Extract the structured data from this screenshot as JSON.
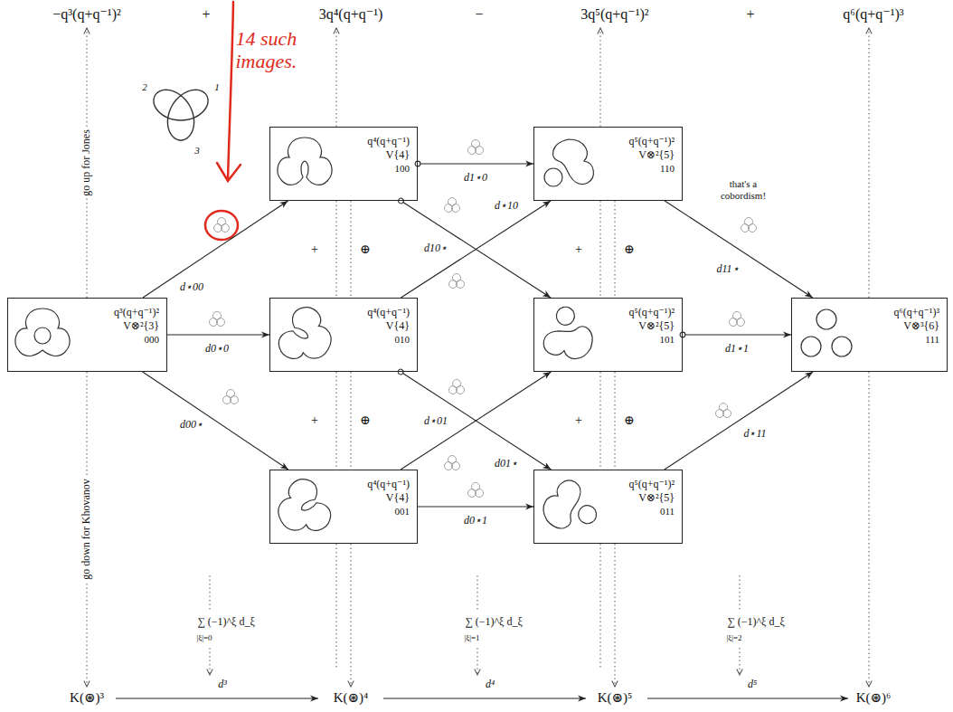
{
  "diagram": {
    "nodes": [
      {
        "text": [
          "q³(q+q⁻¹)²",
          "V⊗²{3}",
          "000"
        ]
      },
      {
        "text": [
          "q⁴(q+q⁻¹)",
          "V{4}",
          "100"
        ]
      },
      {
        "text": [
          "q⁴(q+q⁻¹)",
          "V{4}",
          "010"
        ]
      },
      {
        "text": [
          "q⁴(q+q⁻¹)",
          "V{4}",
          "001"
        ]
      },
      {
        "text": [
          "q⁵(q+q⁻¹)²",
          "V⊗²{5}",
          "110"
        ]
      },
      {
        "text": [
          "q⁵(q+q⁻¹)²",
          "V⊗²{5}",
          "101"
        ]
      },
      {
        "text": [
          "q⁵(q+q⁻¹)²",
          "V⊗²{5}",
          "011"
        ]
      },
      {
        "text": [
          "q⁶(q+q⁻¹)³",
          "V⊗³{6}",
          "111"
        ]
      }
    ],
    "edges": [
      {
        "from": 0,
        "to": 1,
        "arrow": "to",
        "label": "d⋆00"
      },
      {
        "from": 0,
        "to": 2,
        "arrow": "to",
        "label": "d0⋆0"
      },
      {
        "from": 0,
        "to": 3,
        "arrow": "to",
        "label": "d00⋆"
      },
      {
        "from": 1,
        "to": 4,
        "arrow": "to",
        "label": "d1⋆0"
      },
      {
        "from": 1,
        "to": 5,
        "arrow": "to",
        "label": "d10⋆"
      },
      {
        "from": 2,
        "to": 4,
        "arrow": "to",
        "label": "d⋆10"
      },
      {
        "from": 2,
        "to": 6,
        "arrow": "to",
        "label": "d01⋆"
      },
      {
        "from": 3,
        "to": 5,
        "arrow": "to",
        "label": "d⋆01"
      },
      {
        "from": 3,
        "to": 6,
        "arrow": "to",
        "label": "d0⋆1"
      },
      {
        "from": 4,
        "to": 7,
        "arrow": "to",
        "label": "d11⋆"
      },
      {
        "from": 5,
        "to": 7,
        "arrow": "to",
        "label": "d1⋆1"
      },
      {
        "from": 6,
        "to": 7,
        "arrow": "to",
        "label": "d⋆11"
      }
    ],
    "labels": [
      "−q³(q+q⁻¹)²",
      "+",
      "3q⁴(q+q⁻¹)",
      "−",
      "3q⁵(q+q⁻¹)²",
      "+",
      "q⁶(q+q⁻¹)³",
      "14 such images.",
      "go up for Jones",
      "go down for Khovanov",
      "that's a cobordism!",
      "1",
      "2",
      "3",
      "+",
      "+",
      "+",
      "+",
      "⊕",
      "⊕",
      "⊕",
      "⊕",
      "∑ (−1)^ξ d_ξ",
      "∑ (−1)^ξ d_ξ",
      "∑ (−1)^ξ d_ξ",
      "|ξ|=0",
      "|ξ|=1",
      "|ξ|=2",
      "d³",
      "d⁴",
      "d⁵",
      "K(⊛)³",
      "K(⊛)⁴",
      "K(⊛)⁵",
      "K(⊛)⁶"
    ]
  }
}
